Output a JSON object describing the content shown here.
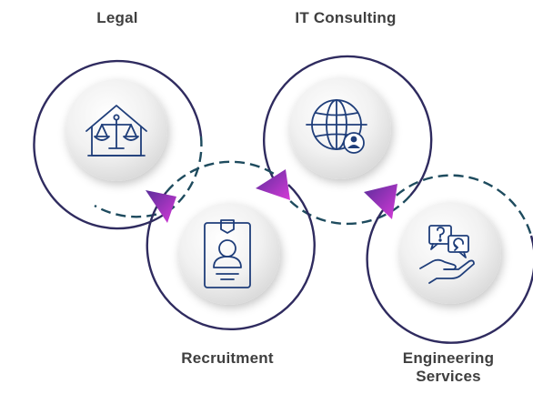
{
  "services": [
    {
      "label": "Legal",
      "icon": "legal-house-scales-icon"
    },
    {
      "label": "IT Consulting",
      "icon": "globe-user-icon"
    },
    {
      "label": "Recruitment",
      "icon": "id-badge-icon"
    },
    {
      "label": "Engineering",
      "label_line2": "Services",
      "icon": "hand-chat-bubbles-icon"
    }
  ],
  "colors": {
    "ring": "#2f2b5f",
    "dashed_arc": "#1e4b5e",
    "arrow_start": "#5a2d9a",
    "arrow_end": "#d63ad8",
    "icon_stroke": "#1f3e7a",
    "label_text": "#3f3f3f",
    "disc_light": "#ffffff",
    "disc_dark": "#d9d9d9"
  }
}
